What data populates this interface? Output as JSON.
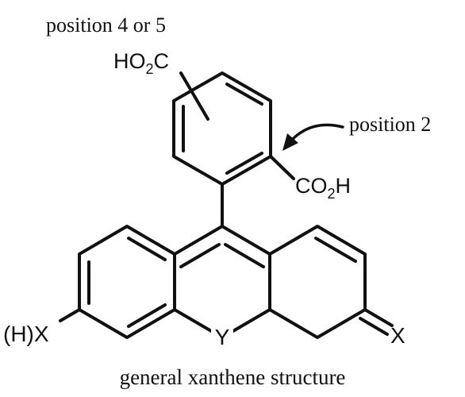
{
  "labels": {
    "position_4_or_5": "position 4 or 5",
    "position_2": "position 2",
    "caption": "general xanthene structure",
    "carboxyl_top": {
      "main": "HO",
      "sub": "2",
      "tail": "C"
    },
    "carboxyl_right": {
      "main": "CO",
      "sub": "2",
      "tail": "H"
    },
    "left_substituent": "(H)X",
    "right_substituent": "X",
    "ring_heteroatom": "Y"
  },
  "colors": {
    "ink": "#111111",
    "background": "#ffffff"
  }
}
